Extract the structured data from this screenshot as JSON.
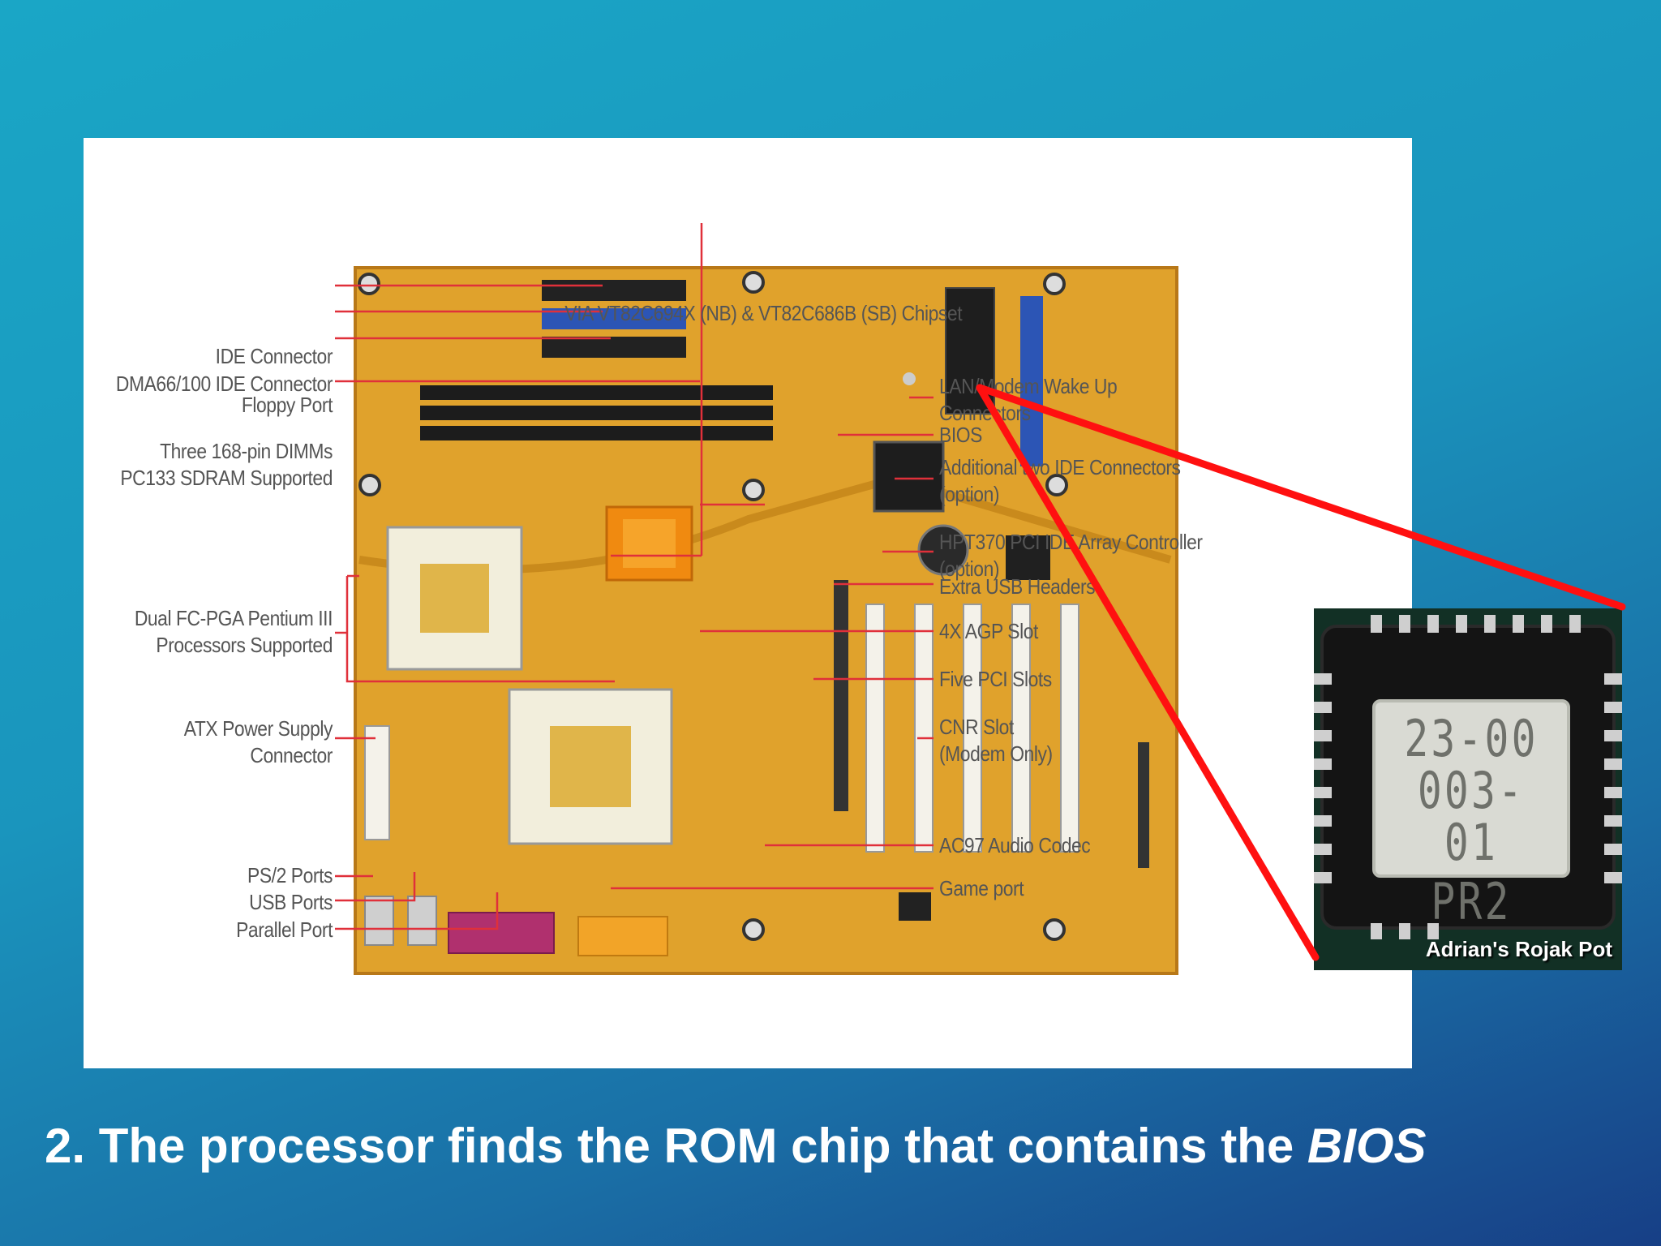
{
  "diagram": {
    "top_label": "VIA VT82C694X (NB) & VT82C686B (SB) Chipset",
    "left_labels": [
      {
        "key": "ide",
        "lines": [
          "IDE Connector"
        ]
      },
      {
        "key": "dma",
        "lines": [
          "DMA66/100 IDE Connector"
        ]
      },
      {
        "key": "floppy",
        "lines": [
          "Floppy Port"
        ]
      },
      {
        "key": "dimms",
        "lines": [
          "Three 168-pin DIMMs",
          "PC133 SDRAM Supported"
        ]
      },
      {
        "key": "cpu",
        "lines": [
          "Dual FC-PGA Pentium III",
          "Processors Supported"
        ]
      },
      {
        "key": "atx",
        "lines": [
          "ATX Power Supply",
          "Connector"
        ]
      },
      {
        "key": "ps2",
        "lines": [
          "PS/2 Ports"
        ]
      },
      {
        "key": "usb",
        "lines": [
          "USB Ports"
        ]
      },
      {
        "key": "parallel",
        "lines": [
          "Parallel Port"
        ]
      }
    ],
    "right_labels": [
      {
        "key": "lan",
        "lines": [
          "LAN/Modem Wake Up",
          "Connectors"
        ]
      },
      {
        "key": "bios",
        "lines": [
          "BIOS"
        ]
      },
      {
        "key": "addide",
        "lines": [
          "Additional two IDE Connectors",
          "(option)"
        ]
      },
      {
        "key": "hpt",
        "lines": [
          "HPT370 PCI IDE Array Controller",
          "(option)"
        ]
      },
      {
        "key": "extusb",
        "lines": [
          "Extra USB Headers"
        ]
      },
      {
        "key": "agp",
        "lines": [
          "4X AGP Slot"
        ]
      },
      {
        "key": "pci",
        "lines": [
          "Five PCI Slots"
        ]
      },
      {
        "key": "cnr",
        "lines": [
          "CNR Slot",
          "(Modem Only)"
        ]
      },
      {
        "key": "ac97",
        "lines": [
          "AC97 Audio Codec"
        ]
      },
      {
        "key": "game",
        "lines": [
          "Game port"
        ]
      }
    ],
    "label_color": "#555555",
    "leader_color": "#e0303a",
    "board_color": "#e0a22c"
  },
  "chip_inset": {
    "marking_lines": [
      "23-00",
      "003-",
      "01 PR2"
    ],
    "watermark": "Adrian's Rojak Pot"
  },
  "pointer_color": "#ff1010",
  "caption": {
    "prefix": "2. The processor finds the ROM chip that contains the ",
    "emphasis": "BIOS"
  }
}
